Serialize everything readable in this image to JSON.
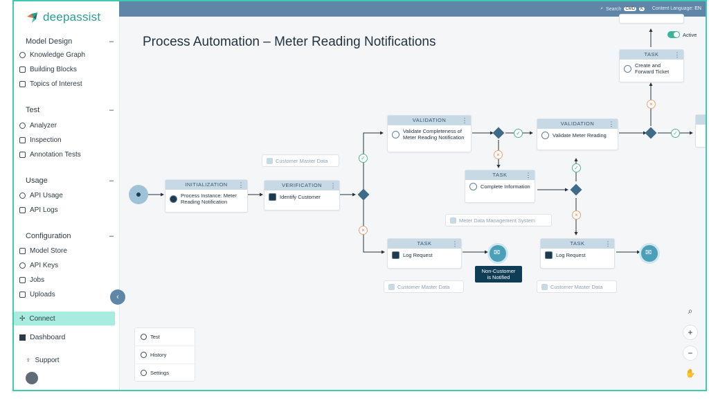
{
  "brand": {
    "name": "deepassist"
  },
  "topbar": {
    "search_label": "Search",
    "kbd1": "CMD",
    "kbd2": "K",
    "language_label": "Content Language:",
    "language": "EN"
  },
  "sidebar": {
    "sections": [
      {
        "label": "Model Design",
        "toggle": "–",
        "items": [
          "Knowledge Graph",
          "Building Blocks",
          "Topics of Interest"
        ]
      },
      {
        "label": "Test",
        "toggle": "–",
        "items": [
          "Analyzer",
          "Inspection",
          "Annotation Tests"
        ]
      },
      {
        "label": "Usage",
        "toggle": "–",
        "items": [
          "API Usage",
          "API Logs"
        ]
      },
      {
        "label": "Configuration",
        "toggle": "–",
        "items": [
          "Model Store",
          "API Keys",
          "Jobs",
          "Uploads"
        ]
      }
    ],
    "connect": "Connect",
    "dashboard": "Dashboard",
    "support": "Support",
    "collapse": "‹"
  },
  "page": {
    "title": "Process Automation – Meter Reading Notifications",
    "active_label": "Active"
  },
  "nodes": {
    "init": {
      "type": "INITIALIZATION",
      "text": "Process Instance: Meter Reading Notification"
    },
    "verify": {
      "type": "VERIFICATION",
      "text": "Identify Customer"
    },
    "validation1": {
      "type": "VALIDATION",
      "text": "Validate Completeness of Meter Reading Notification"
    },
    "validation2": {
      "type": "VALIDATION",
      "text": "Validate Meter Reading"
    },
    "task_complete": {
      "type": "TASK",
      "text": "Complete Information"
    },
    "task_log1": {
      "type": "TASK",
      "text": "Log Request"
    },
    "task_log2": {
      "type": "TASK",
      "text": "Log Request"
    },
    "task_forward": {
      "type": "TASK",
      "text": "Create and Forward Ticket"
    }
  },
  "datasources": {
    "cmd_top": "Customer Master Data",
    "mdms": "Meter Data Management System",
    "cmd_log1": "Customer Master Data",
    "cmd_log2": "Customer Master Data"
  },
  "tooltip": {
    "line1": "Non-Customer",
    "line2": "is Notified"
  },
  "bottom_menu": [
    "Test",
    "History",
    "Settings"
  ],
  "controls": {
    "zoom_search": "⌕",
    "zoom_in": "+",
    "zoom_out": "−",
    "pan": "✋"
  },
  "colors": {
    "accent": "#3ec9b2",
    "topbar": "#5f86a6",
    "gateway": "#3f6a88"
  }
}
